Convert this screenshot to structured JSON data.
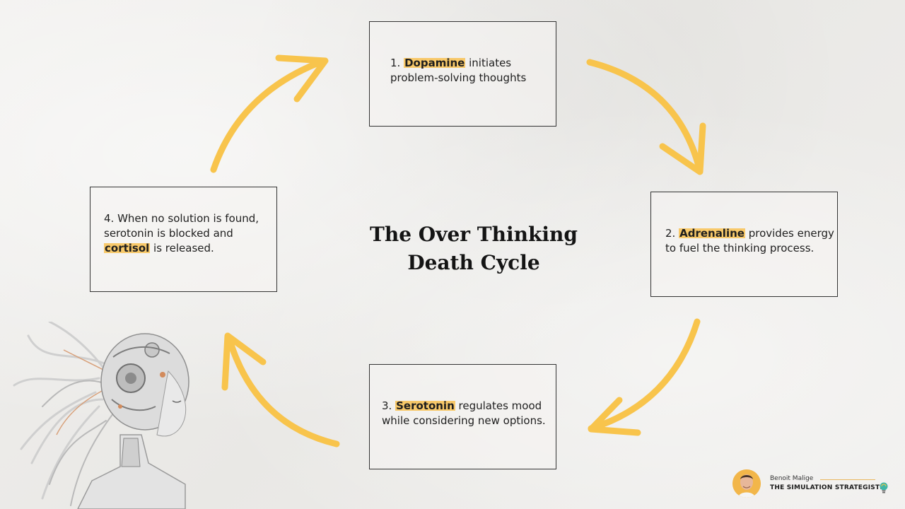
{
  "title": {
    "line1": "The Over Thinking",
    "line2": "Death Cycle"
  },
  "steps": [
    {
      "prefix": "1. ",
      "highlight": "Dopamine",
      "text": " initiates problem-solving thoughts"
    },
    {
      "prefix": "2. ",
      "highlight": "Adrenaline",
      "text": " provides energy to fuel the thinking process."
    },
    {
      "prefix": "3. ",
      "highlight": "Serotonin",
      "text": " regulates mood while considering new options."
    },
    {
      "prefix": "4. When no solution is found, serotonin is blocked and ",
      "highlight": "cortisol",
      "text": " is released."
    }
  ],
  "brand": {
    "person": "Benoit Malige",
    "company": "THE SIMULATION STRATEGISTS"
  },
  "colors": {
    "arrow": "#f8c44c",
    "highlight": "#f8c96a",
    "box_border": "#333333",
    "background": "#efeeec"
  },
  "icons": [
    "bulb-icon",
    "avatar",
    "robot-illustration"
  ]
}
